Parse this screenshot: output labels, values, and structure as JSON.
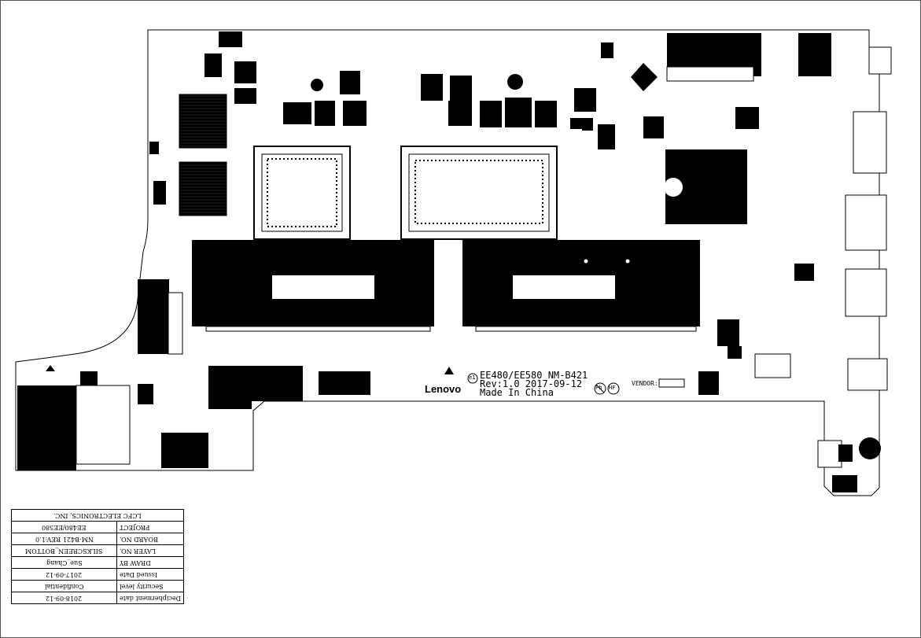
{
  "board": {
    "marking_line1": "EE480/EE580 NM-B421",
    "marking_line2": "Rev:1.0 2017-09-12",
    "marking_line3": "Made In China",
    "logo": "Lenovo",
    "vendor_label": "VENDOR:",
    "cert_marks": [
      "Pb",
      "HF"
    ],
    "e_mark": "e1"
  },
  "title_block": {
    "company": "LCFC ELECTRONICS, INC.",
    "rows": [
      {
        "field": "PROJECT",
        "value": "EE480/EE580"
      },
      {
        "field": "BOARD NO.",
        "value": "NM-B421   REV:1.0"
      },
      {
        "field": "LAYER NO.",
        "value": "SILKSCREEN_BOTTOM"
      },
      {
        "field": "DRAW BY",
        "value": "Sue_Chang"
      },
      {
        "field": "Issued  Date",
        "value": "2017-09-12"
      },
      {
        "field": "Security level",
        "value": "Confidential"
      },
      {
        "field": "Decipherment date",
        "value": "2018-09-12"
      }
    ]
  },
  "colors": {
    "ink": "#000000",
    "paper": "#ffffff"
  }
}
